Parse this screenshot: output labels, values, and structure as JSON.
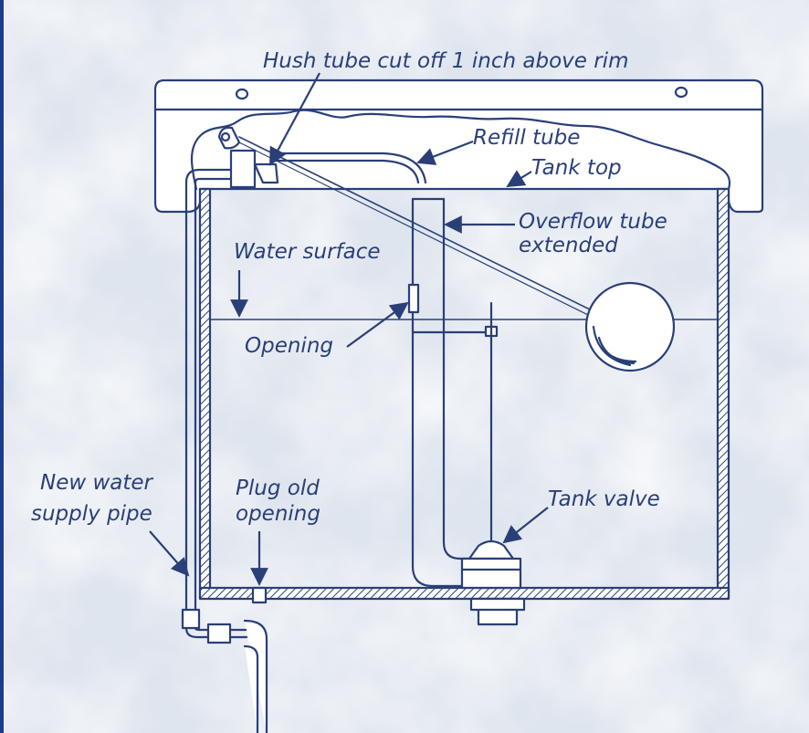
{
  "labels": {
    "hush_tube": "Hush tube cut off 1 inch above rim",
    "refill_tube": "Refill tube",
    "tank_top": "Tank top",
    "overflow_tube_line1": "Overflow tube",
    "overflow_tube_line2": "extended",
    "water_surface": "Water surface",
    "opening": "Opening",
    "new_water_line1": "New water",
    "new_water_line2": "supply pipe",
    "plug_line1": "Plug old",
    "plug_line2": "opening",
    "tank_valve": "Tank valve"
  },
  "colors": {
    "line": "#2a3f78",
    "background": "#e3e8ef",
    "cloud": "#ffffff",
    "border": "#1e3a8a"
  }
}
